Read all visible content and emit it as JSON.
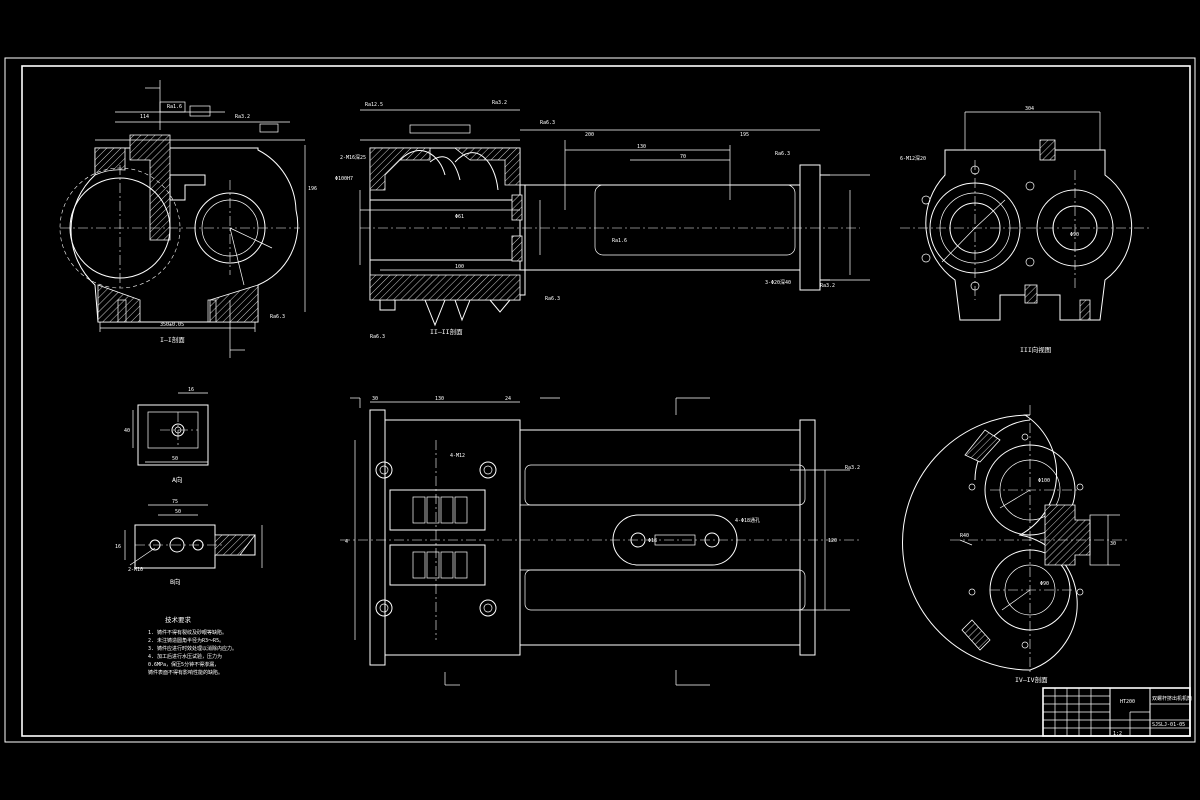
{
  "views": {
    "view_a": "I—I剖面",
    "view_b": "II—II剖面",
    "view_c": "III向视图",
    "view_d": "IV—IV剖面",
    "detail_1": "A向",
    "detail_2": "B向"
  },
  "technical_requirements": {
    "title": "技术要求",
    "items": [
      "1. 铸件不得有裂纹及砂眼等缺陷。",
      "2. 未注铸造圆角半径为R3～R5。",
      "3. 铸件应进行时效处理以消除内应力。",
      "4. 加工后进行水压试验，压力为",
      "   0.6MPa，保压5分钟不得渗漏，",
      "   铸件表面不得有影响性能的缺陷。"
    ]
  },
  "title_block": {
    "material": "HT200",
    "part_name": "双螺杆挤出机机筒",
    "scale": "1:2",
    "drawing_no": "SJSLJ-01-05"
  },
  "callouts": [
    "Ra3.2",
    "Ra6.3",
    "Ra1.6",
    "Ra12.5",
    "6-M12",
    "4-Φ18"
  ]
}
